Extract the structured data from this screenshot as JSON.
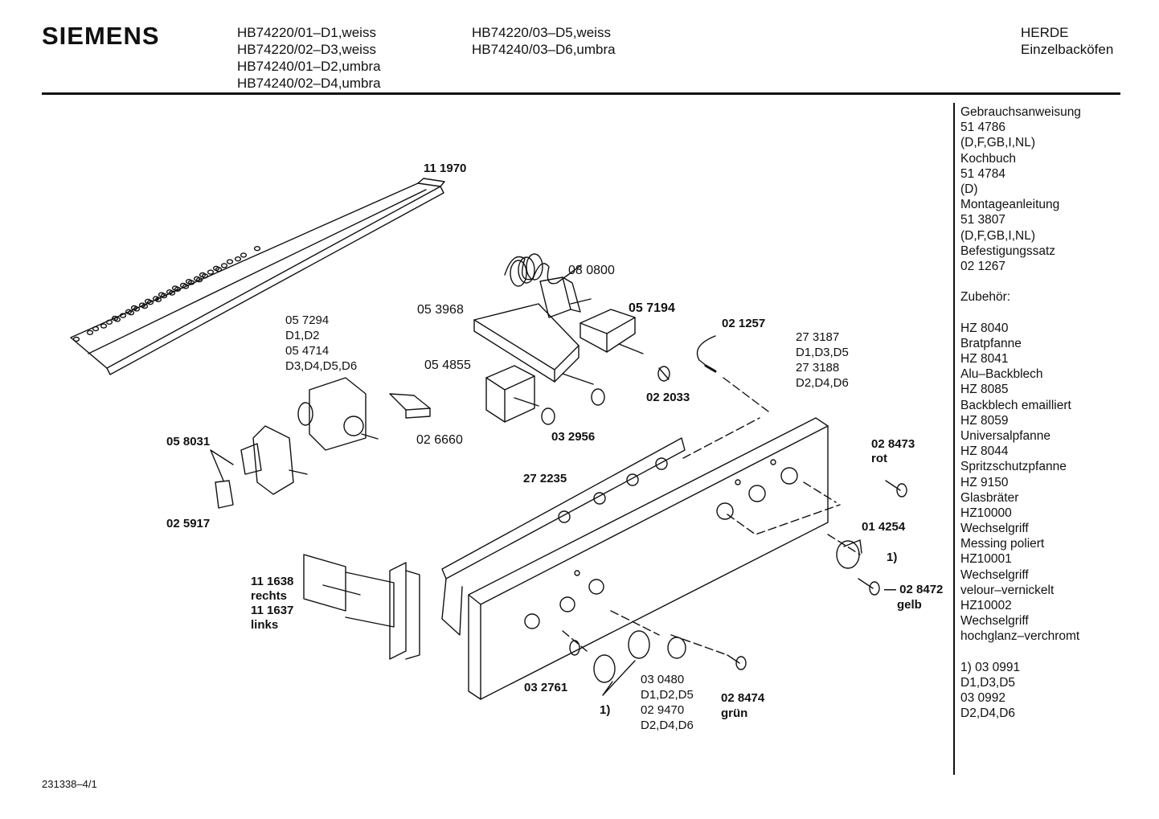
{
  "header": {
    "brand": "SIEMENS",
    "models_left": [
      "HB74220/01–D1,weiss",
      "HB74220/02–D3,weiss",
      "HB74240/01–D2,umbra",
      "HB74240/02–D4,umbra"
    ],
    "models_right": [
      "HB74220/03–D5,weiss",
      "HB74240/03–D6,umbra"
    ],
    "category": [
      "HERDE",
      "Einzelbacköfen"
    ]
  },
  "sidebar": {
    "lines": [
      "Gebrauchsanweisung",
      "51 4786",
      "(D,F,GB,I,NL)",
      "Kochbuch",
      "51 4784",
      "(D)",
      "Montageanleitung",
      "51 3807",
      "(D,F,GB,I,NL)",
      "Befestigungssatz",
      "02 1267",
      "",
      "Zubehör:",
      "",
      "HZ 8040",
      "Bratpfanne",
      "HZ 8041",
      "Alu–Backblech",
      "HZ 8085",
      "Backblech emailliert",
      "HZ 8059",
      "Universalpfanne",
      "HZ 8044",
      "Spritzschutzpfanne",
      "HZ 9150",
      "Glasbräter",
      "HZ10000",
      "Wechselgriff",
      "Messing poliert",
      "HZ10001",
      "Wechselgriff",
      "velour–vernickelt",
      "HZ10002",
      "Wechselgriff",
      "hochglanz–verchromt",
      "",
      "1)  03 0991",
      "      D1,D3,D5",
      "      03 0992",
      "      D2,D4,D6"
    ]
  },
  "labels": {
    "p111970": "11 1970",
    "p080800": "08 0800",
    "p053968": "05 3968",
    "p057194": "05 7194",
    "p057294": [
      "05 7294",
      "D1,D2",
      "05 4714",
      "D3,D4,D5,D6"
    ],
    "p021257": "02 1257",
    "p054855": "05 4855",
    "p273187": [
      "27 3187",
      "D1,D3,D5",
      "27 3188",
      "D2,D4,D6"
    ],
    "p022033": "02 2033",
    "p026660": "02 6660",
    "p032956": "03 2956",
    "p058031": "05 8031",
    "p028473": [
      "02 8473",
      "rot"
    ],
    "p272235": "27 2235",
    "p025917": "02 5917",
    "p014254": "01 4254",
    "fn1a": "1)",
    "p111638": [
      "11 1638",
      "rechts",
      "11 1637",
      "links"
    ],
    "p028472": [
      "— 02 8472",
      "gelb"
    ],
    "p032761": "03 2761",
    "p030480": [
      "03 0480",
      "D1,D2,D5",
      "02 9470",
      "D2,D4,D6"
    ],
    "p028474": [
      "02 8474",
      "grün"
    ],
    "fn1b": "1)"
  },
  "footer": {
    "doc_number": "231338–4/1"
  }
}
